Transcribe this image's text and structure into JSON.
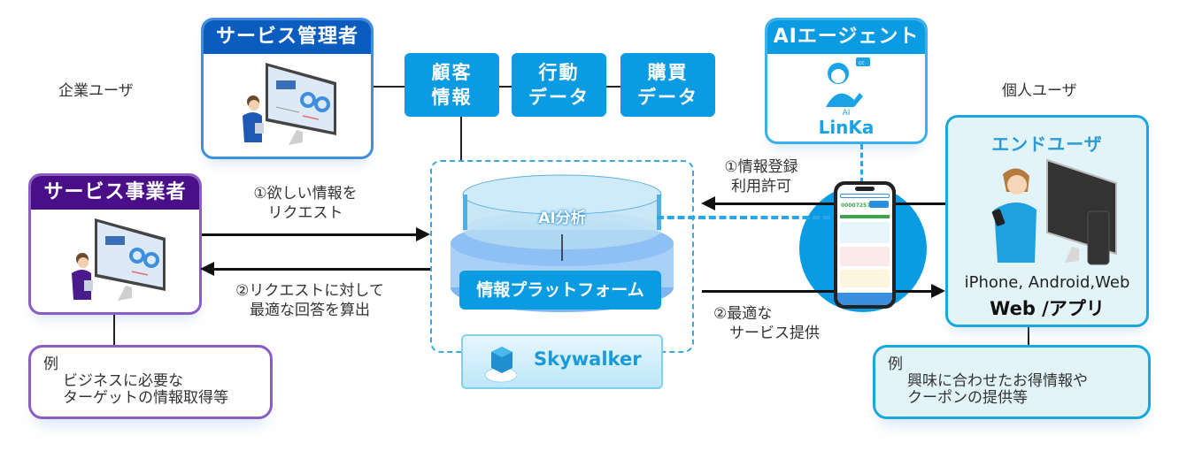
{
  "labels": {
    "enterprise_user": "企業ユーザ",
    "individual_user": "個人ユーザ"
  },
  "admin": {
    "title": "サービス管理者",
    "icon": "person-with-monitor-illustration"
  },
  "provider": {
    "title": "サービス事業者",
    "icon": "person-with-monitor-illustration"
  },
  "agent": {
    "title": "AIエージェント",
    "logo_small": "AI",
    "logo_text": "LinKa",
    "icon": "ai-character-illustration"
  },
  "data_boxes": [
    {
      "line1": "顧客",
      "line2": "情報"
    },
    {
      "line1": "行動",
      "line2": "データ"
    },
    {
      "line1": "購買",
      "line2": "データ"
    }
  ],
  "platform": {
    "ai_label": "AI分析",
    "platform_label": "情報プラットフォーム",
    "brand": "Skywalker",
    "brand_icon": "cube-cloud-icon"
  },
  "flows": {
    "request": {
      "line1": "①欲しい情報を",
      "line2": "リクエスト"
    },
    "response": {
      "line1": "②リクエストに対して",
      "line2": "最適な回答を算出"
    },
    "register": {
      "line1": "①情報登録",
      "line2": "利用許可"
    },
    "service": {
      "line1": "②最適な",
      "line2": "サービス提供"
    }
  },
  "enduser": {
    "title": "エンドユーザ",
    "platforms": "iPhone, Android,Web",
    "app": "Web /アプリ",
    "icon": "person-with-smartphone-illustration"
  },
  "phone": {
    "number": "000072579",
    "icon": "smartphone-app-screenshot"
  },
  "notes": {
    "left": {
      "head": "例",
      "line1": "ビジネスに必要な",
      "line2": "ターゲットの情報取得等"
    },
    "right": {
      "head": "例",
      "line1": "興味に合わせたお得情報や",
      "line2": "クーポンの提供等"
    }
  },
  "colors": {
    "admin": "#0a5cbf",
    "provider": "#4b0e89",
    "agent": "#0a9be3",
    "enduser_text": "#2a9bd6",
    "data_box": "#0a9be3"
  }
}
